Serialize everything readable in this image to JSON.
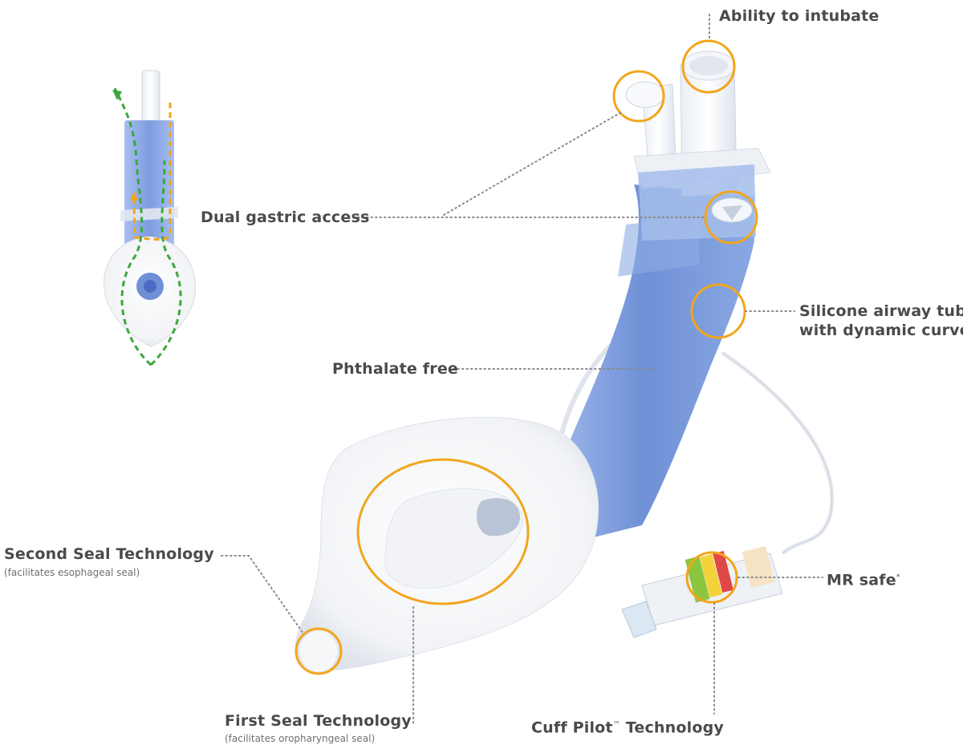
{
  "labels": {
    "ability_to_intubate": "Ability to intubate",
    "dual_gastric_access": "Dual gastric access",
    "silicone_airway_line1": "Silicone airway tube",
    "silicone_airway_line2": "with dynamic curve",
    "phthalate_free": "Phthalate free",
    "second_seal": "Second Seal Technology",
    "second_seal_sub": "(facilitates esophageal seal)",
    "mr_safe": "MR safe",
    "mr_safe_mark": "*",
    "first_seal": "First Seal Technology",
    "first_seal_sub": "(facilitates oropharyngeal seal)",
    "cuff_pilot": "Cuff Pilot",
    "cuff_pilot_mark": "™",
    "cuff_pilot_rest": " Technology"
  },
  "colors": {
    "highlight_ring": "#f2a51c",
    "tube_blue": "#7f9fdc",
    "flow_green": "#3ca83c",
    "flow_orange": "#f2a51c",
    "leader_line": "#8a8a8a"
  }
}
